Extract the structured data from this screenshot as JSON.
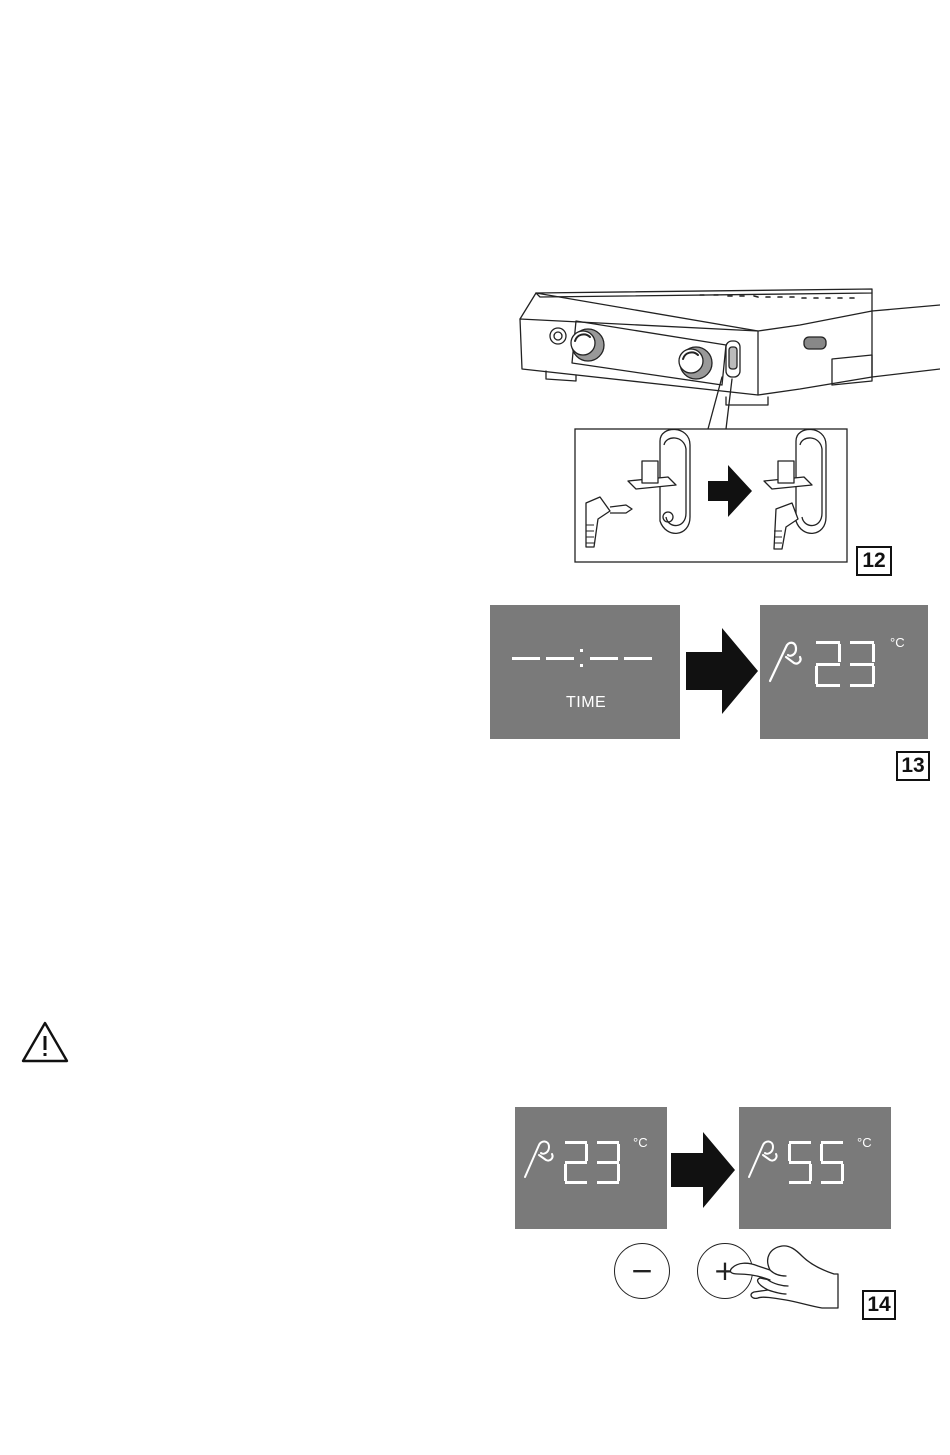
{
  "figures": {
    "fig12": {
      "number": "12"
    },
    "fig13": {
      "number": "13",
      "panel_before": {
        "digits": "--:--",
        "label": "TIME"
      },
      "panel_after": {
        "value": "23",
        "unit": "°C",
        "icon": "probe-icon"
      }
    },
    "fig14": {
      "number": "14",
      "panel_before": {
        "value": "23",
        "unit": "°C",
        "icon": "probe-icon"
      },
      "panel_after": {
        "value": "55",
        "unit": "°C",
        "icon": "probe-icon"
      },
      "buttons": {
        "minus": "−",
        "plus": "+"
      }
    }
  },
  "warning": {
    "icon": "warning-triangle-icon"
  },
  "colors": {
    "panel": "#7a7a7a",
    "arrow": "#111111",
    "line": "#222222"
  }
}
